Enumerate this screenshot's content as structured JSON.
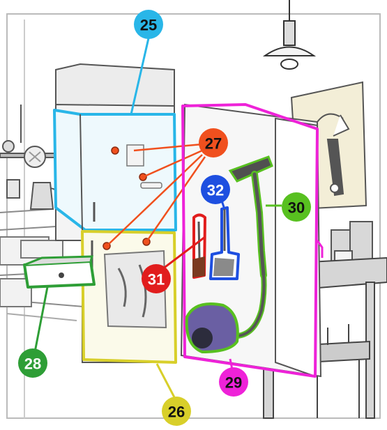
{
  "colors": {
    "freezer": "#29b6e8",
    "fridge_door": "#d8cf2a",
    "magnets": "#f0501e",
    "drawer": "#2e9e36",
    "cabinet": "#ee22d8",
    "vacuum": "#58c020",
    "brush": "#e11d1d",
    "dustpan": "#1e4fe0",
    "sketch_line": "#8a8a8a",
    "badge_text_dark": "#111111",
    "badge_text_light": "#ffffff"
  },
  "labels": {
    "l25": "25",
    "l26": "26",
    "l27": "27",
    "l28": "28",
    "l29": "29",
    "l30": "30",
    "l31": "31",
    "l32": "32"
  }
}
